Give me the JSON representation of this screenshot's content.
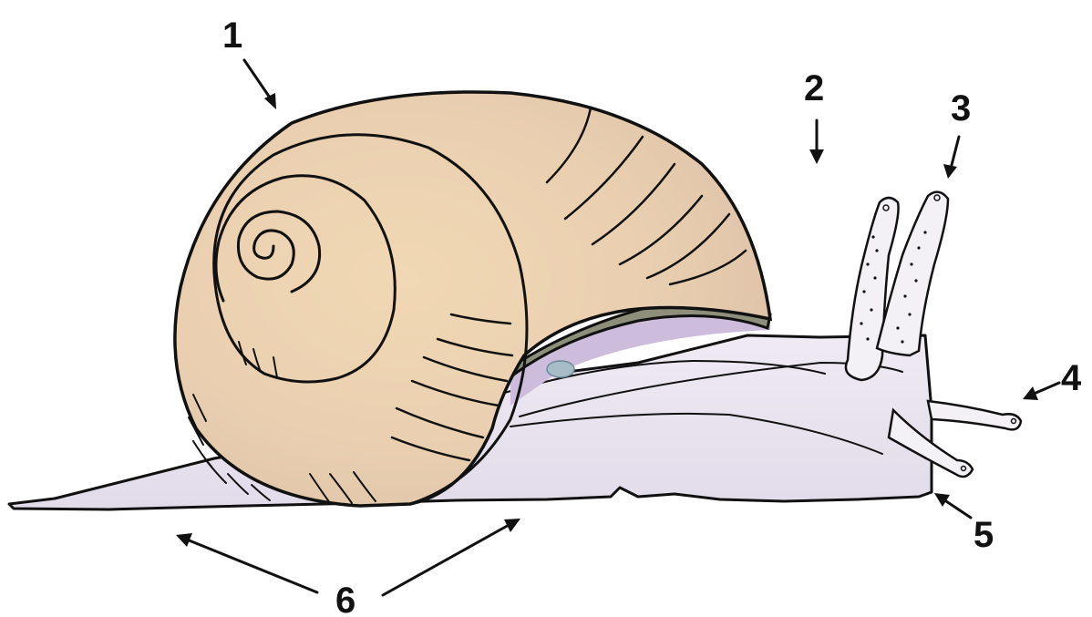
{
  "labels": {
    "l1": "1",
    "l2": "2",
    "l3": "3",
    "l4": "4",
    "l5": "5",
    "l6": "6"
  },
  "colors": {
    "shell_fill": "#ecd3b4",
    "shell_inner": "#efcfa8",
    "body_fill": "#ebe6f1",
    "mantle_fill": "#c7b3d8",
    "lip_fill": "#8e8f7b",
    "pneumostome_fill": "#a8bcc7",
    "ink": "#111111"
  }
}
